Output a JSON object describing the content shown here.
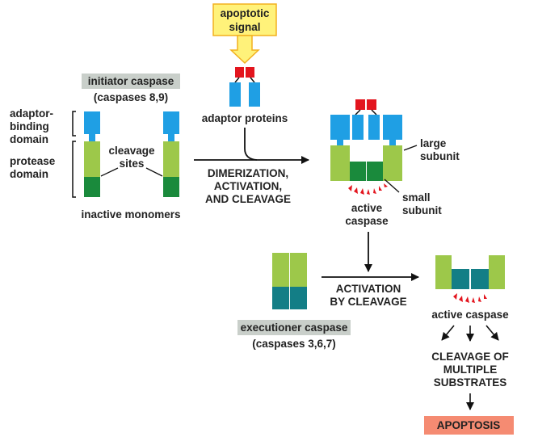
{
  "signal": {
    "line1": "apoptotic",
    "line2": "signal"
  },
  "adaptor_proteins": "adaptor proteins",
  "initiator": {
    "title": "initiator caspase",
    "subtitle": "(caspases 8,9)",
    "domain_adaptor": [
      "adaptor-",
      "binding",
      "domain"
    ],
    "domain_protease": [
      "protease",
      "domain"
    ],
    "cleavage_sites": [
      "cleavage",
      "sites"
    ],
    "monomers": "inactive monomers"
  },
  "step1": [
    "DIMERIZATION,",
    "ACTIVATION,",
    "AND CLEAVAGE"
  ],
  "active_initiator": {
    "large": [
      "large",
      "subunit"
    ],
    "small": [
      "small",
      "subunit"
    ],
    "label": [
      "active",
      "caspase"
    ]
  },
  "step2": [
    "ACTIVATION",
    "BY CLEAVAGE"
  ],
  "executioner": {
    "title": "executioner caspase",
    "subtitle": "(caspases 3,6,7)"
  },
  "active_executioner": {
    "label": "active caspase"
  },
  "substrates": [
    "CLEAVAGE OF",
    "MULTIPLE",
    "SUBSTRATES"
  ],
  "outcome": "APOPTOSIS",
  "colors": {
    "adaptor_blue": "#1f9fe4",
    "signal_red": "#e3151e",
    "large_green": "#9dc84a",
    "small_green": "#1a8a3c",
    "teal": "#137e86",
    "signal_box": "#fff27a",
    "label_box": "#c9cfca",
    "apoptosis_box": "#f58b72"
  }
}
